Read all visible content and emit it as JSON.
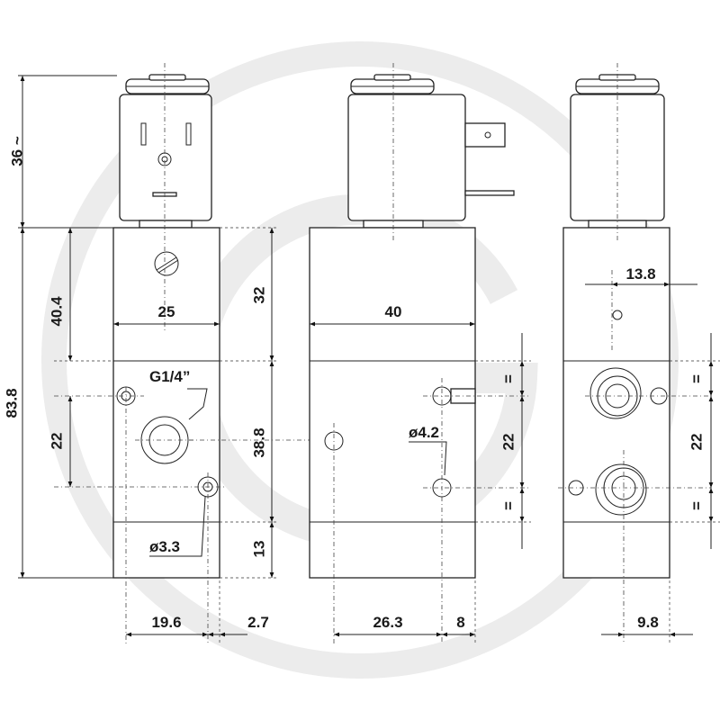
{
  "watermark": {
    "icon": "g-logo-watermark",
    "color": "#e6e6e6"
  },
  "colors": {
    "line": "#222222",
    "text": "#1a1a1a"
  },
  "dimensions": {
    "coil_height": "36 ~",
    "total_height": "83.8",
    "upper_body": "40.4",
    "port_spacing_left": "22",
    "body_width": "25",
    "top_block": "32",
    "thread": "G1/4”",
    "center_block": "38.8",
    "small_hole": "ø3.3",
    "bottom_block": "13",
    "offset_a": "19.6",
    "offset_b": "2.7",
    "body_depth": "40",
    "mount_hole": "ø4.2",
    "offset_c": "26.3",
    "offset_d": "8",
    "port_spacing_mid": "22",
    "equal_mark": "=",
    "side_offset": "13.8",
    "port_spacing_right": "22",
    "side_bottom_offset": "9.8"
  }
}
